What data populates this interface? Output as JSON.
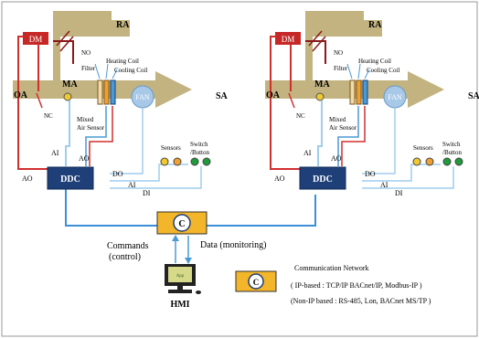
{
  "colors": {
    "duct": "#c2b380",
    "duct_dark": "#a89a66",
    "damper_fill": "#c62828",
    "red_wire": "#d32f2f",
    "dark_red_wire": "#8b1a1a",
    "blue_wire": "#4a9ad4",
    "light_blue_wire": "#9fcdee",
    "ddc_fill": "#1f3f78",
    "hmi_fill": "#f3b52a",
    "network_line": "#3a8fd6",
    "sensor_orange": "#f0a030",
    "sensor_green": "#1f9a3c",
    "sensor_yellow": "#f0c830"
  },
  "units": [
    {
      "damper": "DM",
      "return_air": "RA",
      "normally_open": "NO",
      "filter": "Filter",
      "heating_coil": "Heating Coil",
      "cooling_coil": "Cooling Coil",
      "outside_air": "OA",
      "mixed_air": "MA",
      "supply_air": "SA",
      "fan": "FAN",
      "normally_closed": "NC",
      "mixed_air_sensor_line1": "Mixed",
      "mixed_air_sensor_line2": "Air Sensor",
      "sensors": "Sensors",
      "switch_line1": "Switch",
      "switch_line2": "/Button",
      "ai_top": "AI",
      "ao_coil": "AO",
      "do_label": "DO",
      "ai_right": "AI",
      "di_label": "DI",
      "ao_left": "AO",
      "controller": "DDC"
    },
    {
      "damper": "DM",
      "return_air": "RA",
      "normally_open": "NO",
      "filter": "Filter",
      "heating_coil": "Heating Coil",
      "cooling_coil": "Cooling Coil",
      "outside_air": "OA",
      "mixed_air": "MA",
      "supply_air": "SA",
      "fan": "FAN",
      "normally_closed": "NC",
      "mixed_air_sensor_line1": "Mixed",
      "mixed_air_sensor_line2": "Air Sensor",
      "sensors": "Sensors",
      "switch_line1": "Switch",
      "switch_line2": "/Button",
      "ai_top": "AI",
      "ao_coil": "AO",
      "do_label": "DO",
      "ai_right": "AI",
      "di_label": "DI",
      "ao_left": "AO",
      "controller": "DDC"
    }
  ],
  "network": {
    "center_symbol": "C",
    "commands_line1": "Commands",
    "commands_line2": "(control)",
    "data_label": "Data  (monitoring)",
    "hmi_label": "HMI",
    "hmi_screen_text": "App"
  },
  "legend": {
    "symbol": "C",
    "title": "Communication Network",
    "ip_based": "( IP-based : TCP/IP BACnet/IP, Modbus-IP    )",
    "non_ip_based": "(Non-IP based : RS-485, Lon, BACnet MS/TP )"
  }
}
